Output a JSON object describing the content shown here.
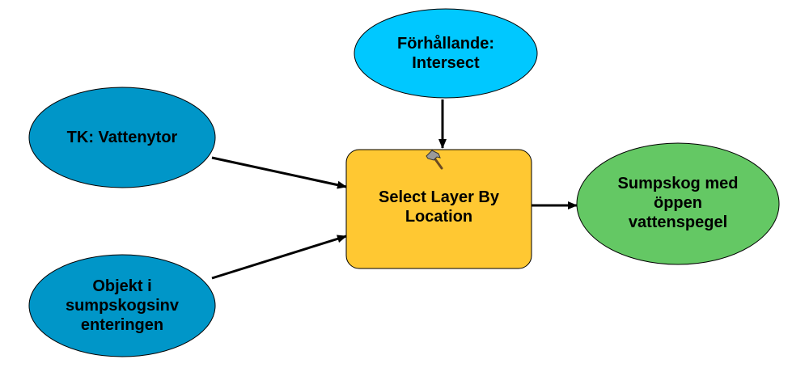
{
  "colors": {
    "input_fill": "#0096c8",
    "parameter_fill": "#00c8ff",
    "tool_fill": "#ffc832",
    "output_fill": "#64c864",
    "stroke": "#000000",
    "arrow": "#000000"
  },
  "nodes": {
    "tk_vattenytor": {
      "label": "TK: Vattenytor",
      "kind": "input"
    },
    "objekt": {
      "label": "Objekt i\nsumpskogsinv\nenteringen",
      "kind": "input"
    },
    "forhallande": {
      "label": "Förhållande:\nIntersect",
      "kind": "parameter"
    },
    "select_layer": {
      "label": "Select Layer By\nLocation",
      "kind": "tool",
      "icon": "hammer-icon"
    },
    "sumpskog": {
      "label": "Sumpskog med\nöppen\nvattenspegel",
      "kind": "output"
    }
  },
  "connections": [
    {
      "from": "tk_vattenytor",
      "to": "select_layer"
    },
    {
      "from": "objekt",
      "to": "select_layer"
    },
    {
      "from": "forhallande",
      "to": "select_layer"
    },
    {
      "from": "select_layer",
      "to": "sumpskog"
    }
  ]
}
